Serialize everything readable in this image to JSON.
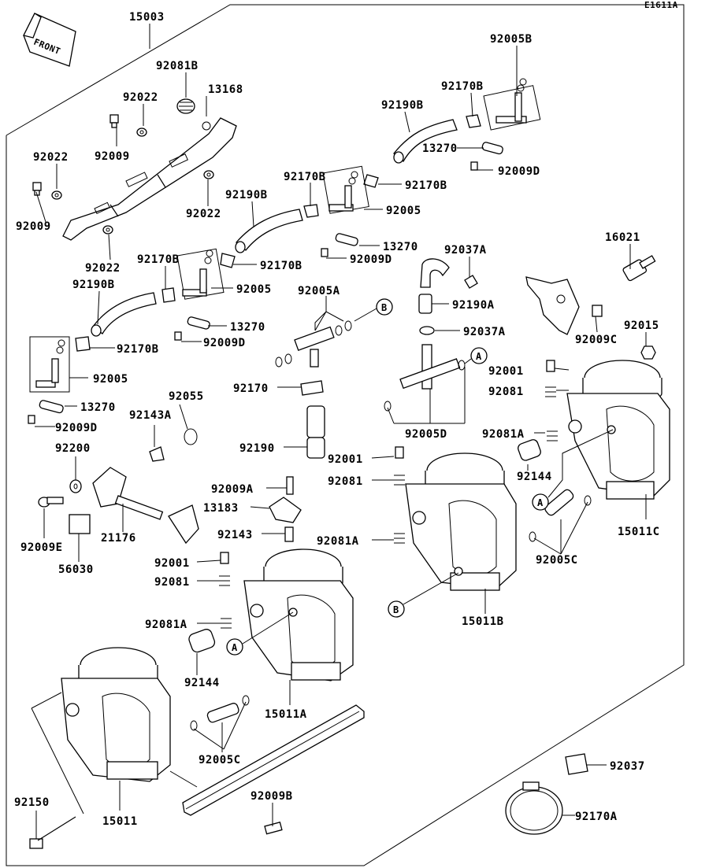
{
  "ref_code": "E1611A",
  "front_label": "FRONT",
  "callouts": {
    "c15003": "15003",
    "c92081b": "92081B",
    "c13168": "13168",
    "c92022_top": "92022",
    "c92009_top": "92009",
    "c92022_left": "92022",
    "c92009_left": "92009",
    "c92022_mid": "92022",
    "c92022_low": "92022",
    "c92005b": "92005B",
    "c92170b_top": "92170B",
    "c92190b_top": "92190B",
    "c13270_top": "13270",
    "c92009d_top": "92009D",
    "c92170b_r1": "92170B",
    "c92170b_l1": "92170B",
    "c92005_mid": "92005",
    "c92190b_mid": "92190B",
    "c13270_mid": "13270",
    "c92009d_mid": "92009D",
    "c92170b_l2": "92170B",
    "c92170b_r2": "92170B",
    "c92005_left": "92005",
    "c92190b_left": "92190B",
    "c92037a_top": "92037A",
    "c16021": "16021",
    "c92005a": "92005A",
    "c92190a": "92190A",
    "c13270_low": "13270",
    "c92009d_low": "92009D",
    "c92170b_low": "92170B",
    "c92037a_low": "92037A",
    "c92015": "92015",
    "c92009c": "92009C",
    "c92005_low": "92005",
    "c92001_right": "92001",
    "c92055": "92055",
    "c92170": "92170",
    "c92081_right": "92081",
    "c13270_b": "13270",
    "c92009d_b": "92009D",
    "c92143a": "92143A",
    "c92005d": "92005D",
    "c92081a_right": "92081A",
    "c92200": "92200",
    "c92190": "92190",
    "c92001_mid": "92001",
    "c92144_right": "92144",
    "c92081_mid": "92081",
    "c92009a": "92009A",
    "c13183": "13183",
    "c15011c": "15011C",
    "c92009e": "92009E",
    "c21176": "21176",
    "c92143": "92143",
    "c92081a_mid": "92081A",
    "c92005c_right": "92005C",
    "c56030": "56030",
    "c92001_low": "92001",
    "c92081_low": "92081",
    "c15011b": "15011B",
    "c92081a_low": "92081A",
    "c92144_low": "92144",
    "c15011a": "15011A",
    "c92005c_low": "92005C",
    "c92037": "92037",
    "c92150": "92150",
    "c92009b": "92009B",
    "c15011": "15011",
    "c92170a": "92170A"
  },
  "bubbles": {
    "b_b1": "B",
    "b_a1": "A",
    "b_a2": "A",
    "b_b2": "B",
    "b_a3": "A"
  }
}
